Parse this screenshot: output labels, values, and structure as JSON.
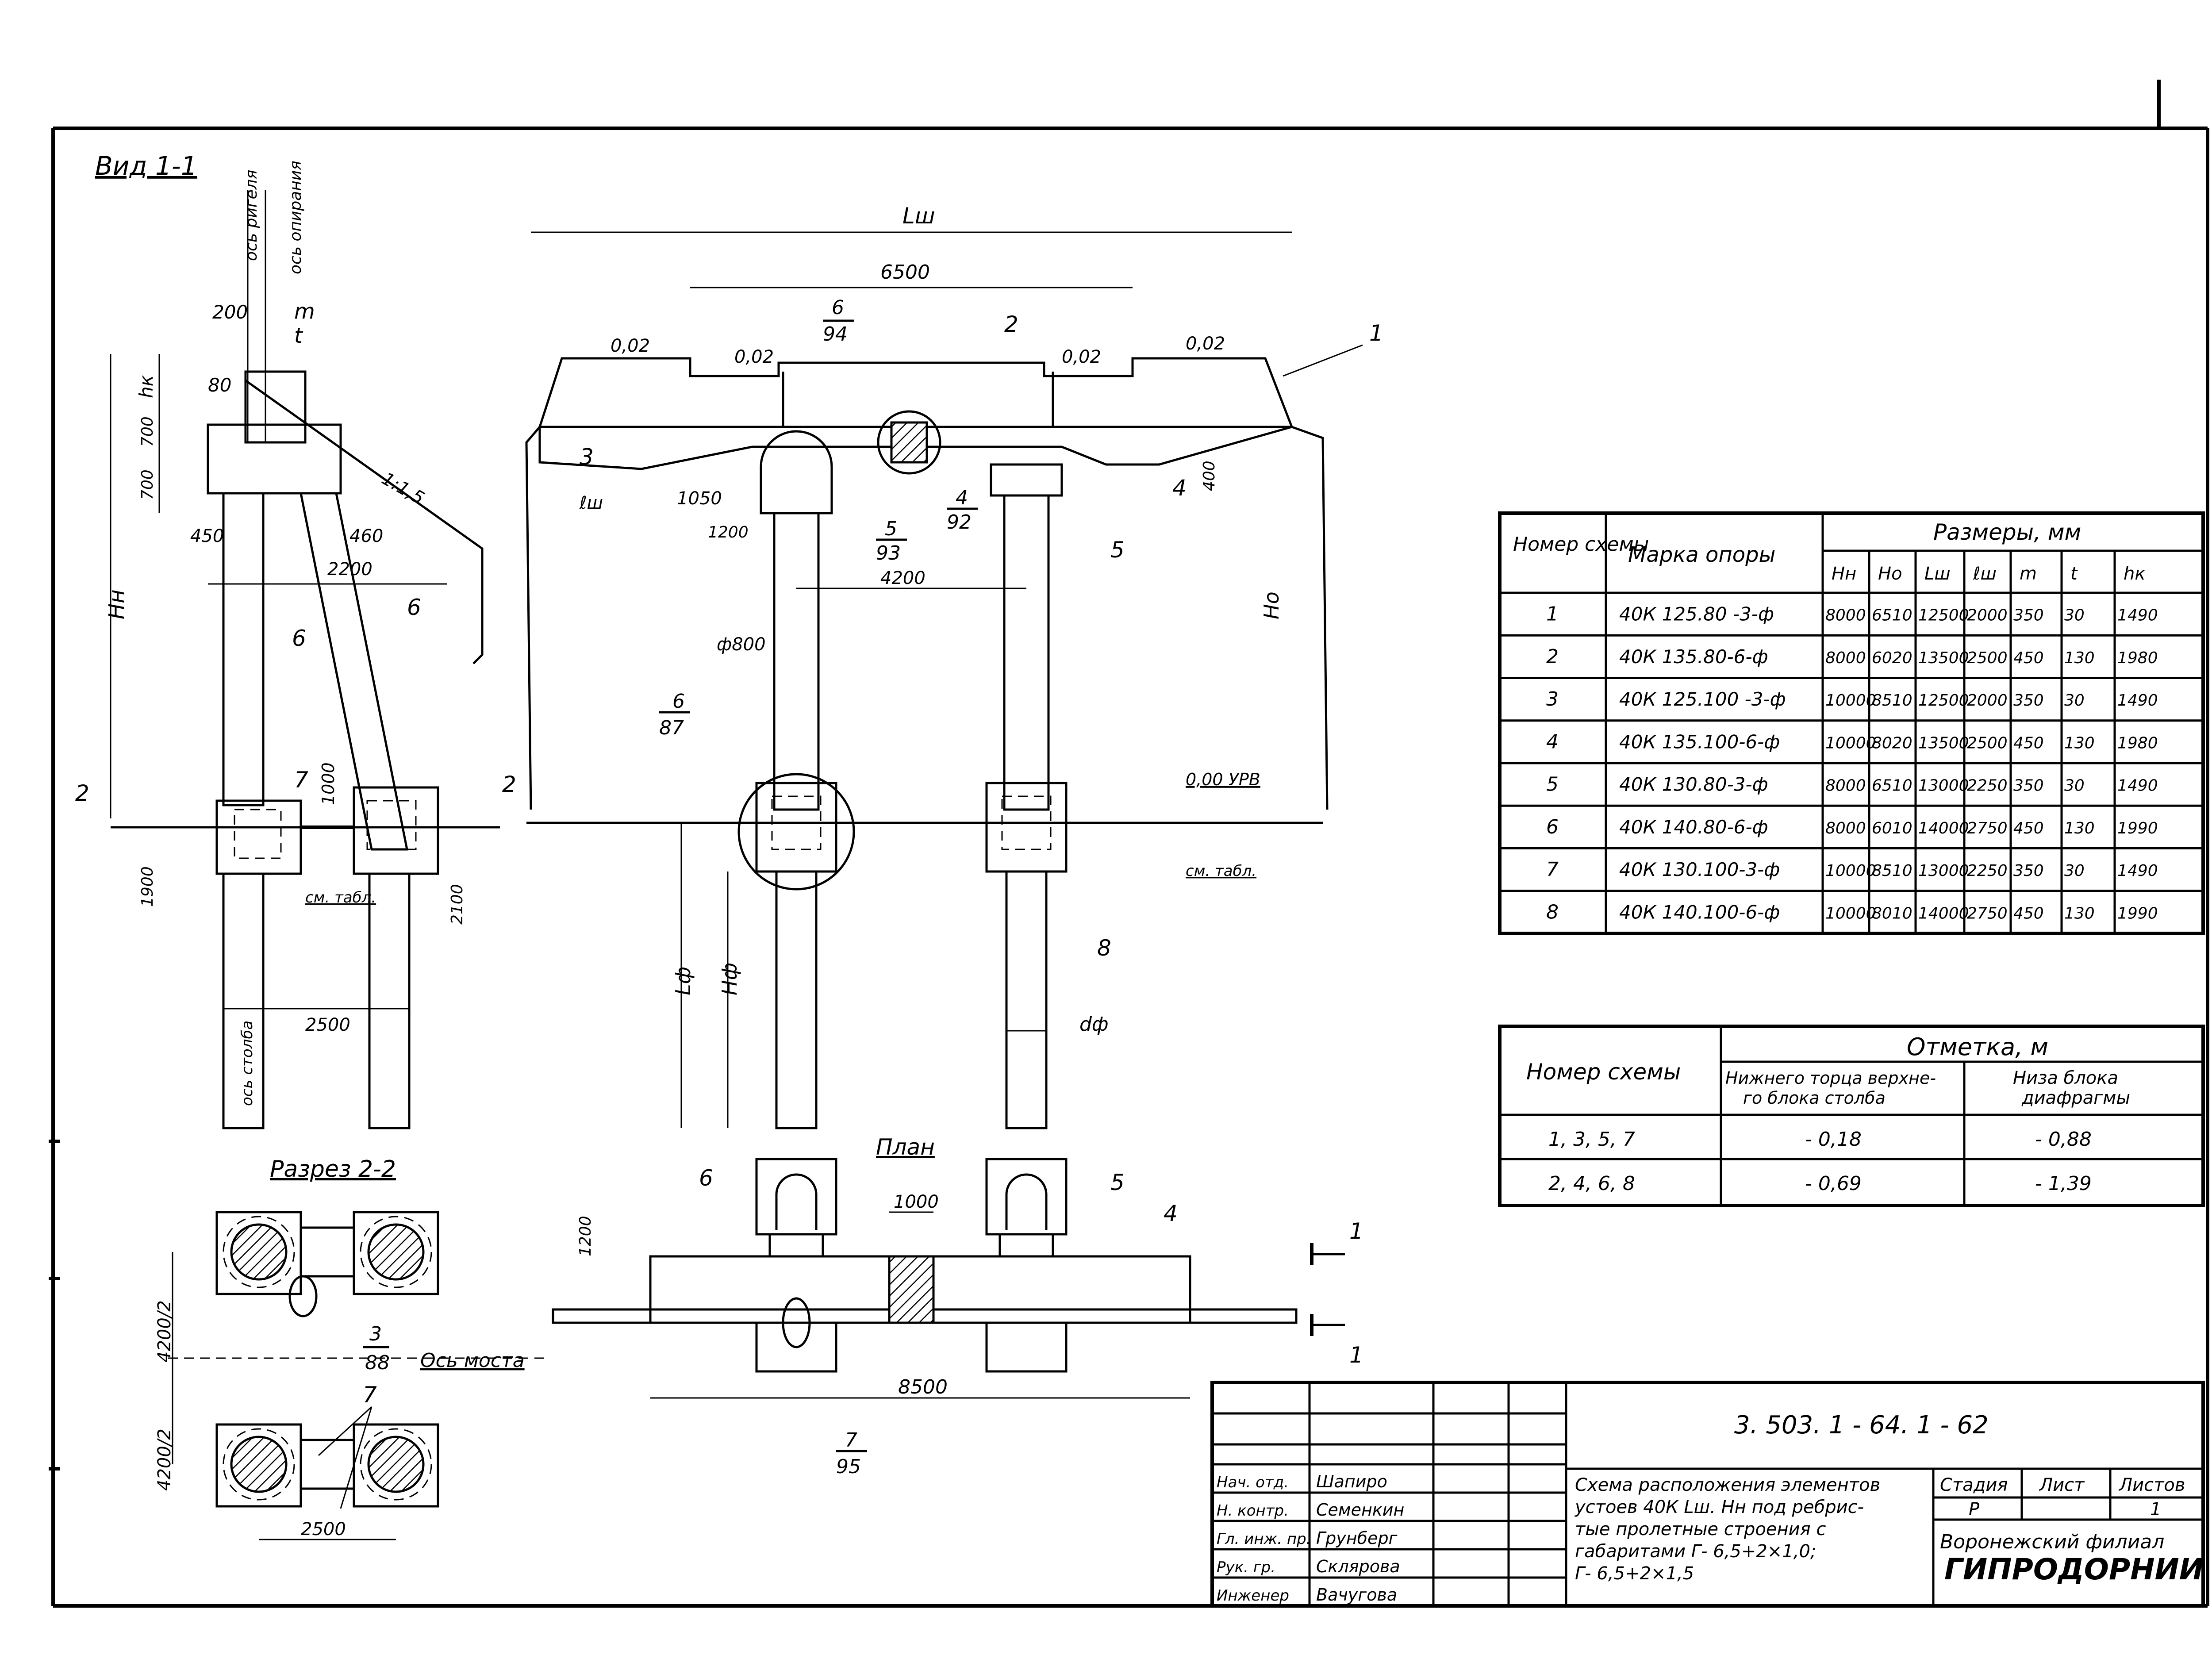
{
  "views": {
    "view_1_1": "Вид 1-1",
    "section_2_2": "Разрез 2-2",
    "plan": "План"
  },
  "view_labels": {
    "axis_rigel": "ось ригеля",
    "axis_support": "ось опирания",
    "axis_column": "ось столба",
    "axis_bridge": "Ось моста",
    "slope": "1:1,5",
    "see_table": "см. табл.",
    "level_urv": "0,00 УРВ",
    "phi800": "ф800"
  },
  "dimensions_view11": [
    "200",
    "m",
    "t",
    "80",
    "hк",
    "700",
    "700",
    "450",
    "460",
    "2200",
    "Hн",
    "1000",
    "1900",
    "2100",
    "2500",
    "2",
    "2"
  ],
  "dimensions_elevation": [
    "Lш",
    "6500",
    "0,02",
    "0,02",
    "0,02",
    "0,02",
    "1050",
    "1200",
    "4200",
    "400",
    "Hо",
    "Lф",
    "Hф",
    "dф",
    "ℓш"
  ],
  "dimensions_plan": [
    "1000",
    "1200",
    "8500",
    "1",
    "1"
  ],
  "dimensions_section": [
    "4200/2",
    "4200/2",
    "2500"
  ],
  "callouts": [
    {
      "id": "1"
    },
    {
      "id": "2"
    },
    {
      "id": "3"
    },
    {
      "id": "4"
    },
    {
      "id": "5"
    },
    {
      "id": "6"
    },
    {
      "id": "7"
    },
    {
      "id": "8"
    },
    {
      "id": "6",
      "sheet": "94"
    },
    {
      "id": "4",
      "sheet": "92"
    },
    {
      "id": "5",
      "sheet": "93"
    },
    {
      "id": "6",
      "sheet": "87"
    },
    {
      "id": "3",
      "sheet": "88"
    },
    {
      "id": "7",
      "sheet": "95"
    }
  ],
  "table_sizes": {
    "head_scheme": "Номер схемы",
    "head_mark": "Марка опоры",
    "head_group": "Размеры, мм",
    "columns": [
      "Hн",
      "Hо",
      "Lш",
      "ℓш",
      "m",
      "t",
      "hк"
    ],
    "rows": [
      [
        "1",
        "40К 125.80 -3-ф",
        "8000",
        "6510",
        "12500",
        "2000",
        "350",
        "30",
        "1490"
      ],
      [
        "2",
        "40К 135.80-6-ф",
        "8000",
        "6020",
        "13500",
        "2500",
        "450",
        "130",
        "1980"
      ],
      [
        "3",
        "40К 125.100 -3-ф",
        "10000",
        "8510",
        "12500",
        "2000",
        "350",
        "30",
        "1490"
      ],
      [
        "4",
        "40К 135.100-6-ф",
        "10000",
        "8020",
        "13500",
        "2500",
        "450",
        "130",
        "1980"
      ],
      [
        "5",
        "40К 130.80-3-ф",
        "8000",
        "6510",
        "13000",
        "2250",
        "350",
        "30",
        "1490"
      ],
      [
        "6",
        "40К 140.80-6-ф",
        "8000",
        "6010",
        "14000",
        "2750",
        "450",
        "130",
        "1990"
      ],
      [
        "7",
        "40К 130.100-3-ф",
        "10000",
        "8510",
        "13000",
        "2250",
        "350",
        "30",
        "1490"
      ],
      [
        "8",
        "40К 140.100-6-ф",
        "10000",
        "8010",
        "14000",
        "2750",
        "450",
        "130",
        "1990"
      ]
    ]
  },
  "table_marks": {
    "head_scheme": "Номер схемы",
    "head_group": "Отметка, м",
    "col_a": [
      "Нижнего торца верхне-",
      "го блока столба"
    ],
    "col_b": [
      "Низа блока",
      "диафрагмы"
    ],
    "rows": [
      [
        "1, 3, 5, 7",
        "- 0,18",
        "- 0,88"
      ],
      [
        "2, 4, 6, 8",
        "- 0,69",
        "- 1,39"
      ]
    ]
  },
  "title_block": {
    "code": "3. 503. 1 - 64. 1 - 62",
    "title_lines": [
      "Схема расположения элементов",
      "устоев 40К Lш. Нн под ребрис-",
      "тые пролетные строения с",
      "габаритами  Г- 6,5+2×1,0;",
      "Г- 6,5+2×1,5"
    ],
    "stage_label": "Стадия",
    "stage": "Р",
    "sheet_label": "Лист",
    "sheet": "",
    "sheets_label": "Листов",
    "sheets": "1",
    "org_line1": "Воронежский филиал",
    "org_line2": "ГИПРОДОРНИИ",
    "roles": [
      {
        "role": "Нач. отд.",
        "name": "Шапиро"
      },
      {
        "role": "Н. контр.",
        "name": "Семенкин"
      },
      {
        "role": "Гл. инж. пр.",
        "name": "Грунберг"
      },
      {
        "role": "Рук. гр.",
        "name": "Склярова"
      },
      {
        "role": "Инженер",
        "name": "Вачугова"
      }
    ]
  }
}
